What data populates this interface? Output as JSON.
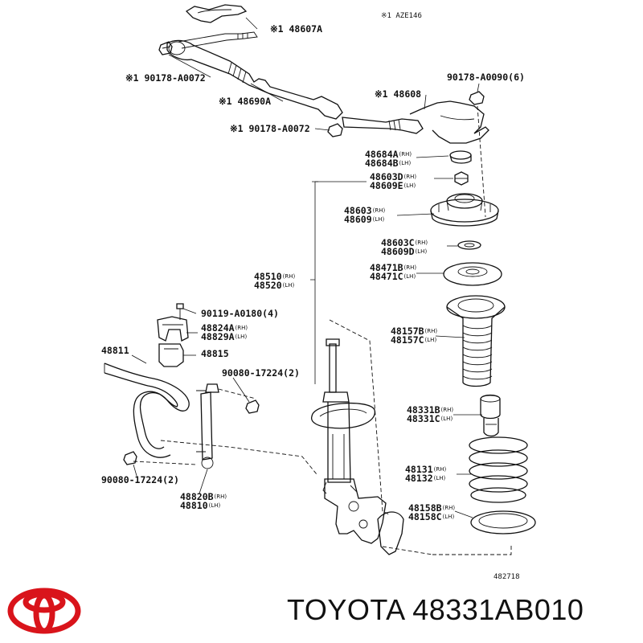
{
  "diagram": {
    "model_note": "※1 AZE146",
    "ref_number": "482718",
    "callouts": [
      {
        "id": "c1",
        "lines": [
          {
            "text": "※1 48607A",
            "sub": ""
          }
        ]
      },
      {
        "id": "c2",
        "lines": [
          {
            "text": "※1 90178-A0072",
            "sub": ""
          }
        ]
      },
      {
        "id": "c3",
        "lines": [
          {
            "text": "※1 48690A",
            "sub": ""
          }
        ]
      },
      {
        "id": "c4",
        "lines": [
          {
            "text": "※1 48608",
            "sub": ""
          }
        ]
      },
      {
        "id": "c5",
        "lines": [
          {
            "text": "90178-A0090(6)",
            "sub": ""
          }
        ]
      },
      {
        "id": "c6",
        "lines": [
          {
            "text": "※1 90178-A0072",
            "sub": ""
          }
        ]
      },
      {
        "id": "c7",
        "lines": [
          {
            "text": "48684A",
            "sub": "(RH)"
          },
          {
            "text": "48684B",
            "sub": "(LH)"
          }
        ]
      },
      {
        "id": "c8",
        "lines": [
          {
            "text": "48603D",
            "sub": "(RH)"
          },
          {
            "text": "48609E",
            "sub": "(LH)"
          }
        ]
      },
      {
        "id": "c9",
        "lines": [
          {
            "text": "48603",
            "sub": "(RH)"
          },
          {
            "text": "48609",
            "sub": "(LH)"
          }
        ]
      },
      {
        "id": "c10",
        "lines": [
          {
            "text": "48603C",
            "sub": "(RH)"
          },
          {
            "text": "48609D",
            "sub": "(LH)"
          }
        ]
      },
      {
        "id": "c11",
        "lines": [
          {
            "text": "48471B",
            "sub": "(RH)"
          },
          {
            "text": "48471C",
            "sub": "(LH)"
          }
        ]
      },
      {
        "id": "c12",
        "lines": [
          {
            "text": "48510",
            "sub": "(RH)"
          },
          {
            "text": "48520",
            "sub": "(LH)"
          }
        ]
      },
      {
        "id": "c13",
        "lines": [
          {
            "text": "90119-A0180(4)",
            "sub": ""
          }
        ]
      },
      {
        "id": "c14",
        "lines": [
          {
            "text": "48824A",
            "sub": "(RH)"
          },
          {
            "text": "48829A",
            "sub": "(LH)"
          }
        ]
      },
      {
        "id": "c15",
        "lines": [
          {
            "text": "48157B",
            "sub": "(RH)"
          },
          {
            "text": "48157C",
            "sub": "(LH)"
          }
        ]
      },
      {
        "id": "c16",
        "lines": [
          {
            "text": "48811",
            "sub": ""
          }
        ]
      },
      {
        "id": "c17",
        "lines": [
          {
            "text": "48815",
            "sub": ""
          }
        ]
      },
      {
        "id": "c18",
        "lines": [
          {
            "text": "90080-17224(2)",
            "sub": ""
          }
        ]
      },
      {
        "id": "c19",
        "lines": [
          {
            "text": "48331B",
            "sub": "(RH)"
          },
          {
            "text": "48331C",
            "sub": "(LH)"
          }
        ]
      },
      {
        "id": "c20",
        "lines": [
          {
            "text": "48131",
            "sub": "(RH)"
          },
          {
            "text": "48132",
            "sub": "(LH)"
          }
        ]
      },
      {
        "id": "c21",
        "lines": [
          {
            "text": "90080-17224(2)",
            "sub": ""
          }
        ]
      },
      {
        "id": "c22",
        "lines": [
          {
            "text": "48820B",
            "sub": "(RH)"
          },
          {
            "text": "48810",
            "sub": "(LH)"
          }
        ]
      },
      {
        "id": "c23",
        "lines": [
          {
            "text": "48158B",
            "sub": "(RH)"
          },
          {
            "text": "48158C",
            "sub": "(LH)"
          }
        ]
      }
    ]
  },
  "brand": {
    "logo": "toyota-logo-icon",
    "logo_color": "#d9141b",
    "caption": "TOYOTA 48331AB010"
  }
}
